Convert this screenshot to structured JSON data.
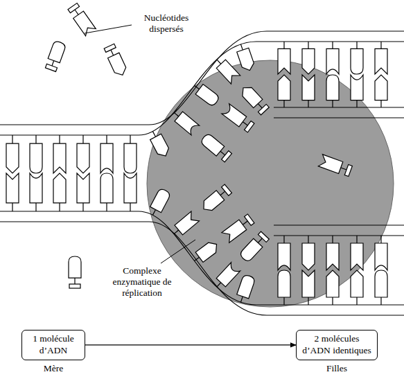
{
  "diagram": {
    "nodes": [
      {
        "text": [
          "1 molécule d’ADN",
          "Mère"
        ]
      },
      {
        "text": [
          "2 molécules d’ADN identiques",
          "Filles"
        ]
      }
    ],
    "edges": [
      {
        "from": 0,
        "to": 1,
        "arrow": "to"
      }
    ],
    "labels": [
      "Nucléotides dispersés",
      "Complexe enzymatique de réplication"
    ]
  }
}
